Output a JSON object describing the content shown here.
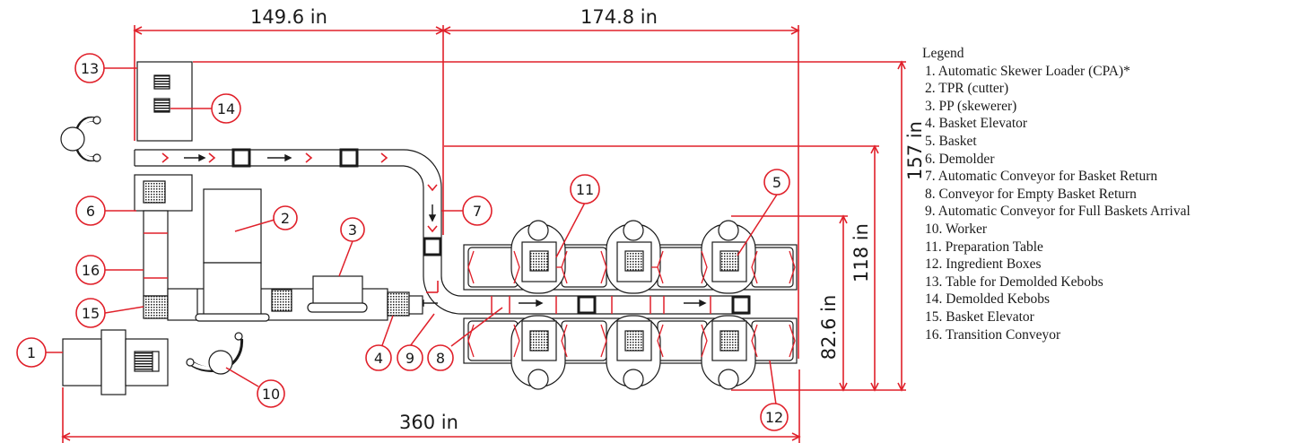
{
  "dimensions": {
    "top_left": "149.6 in",
    "top_right": "174.8 in",
    "bottom": "360 in",
    "right_157": "157 in",
    "right_118": "118 in",
    "right_82": "82.6 in"
  },
  "callouts": [
    "1",
    "2",
    "3",
    "4",
    "5",
    "6",
    "7",
    "8",
    "9",
    "10",
    "11",
    "12",
    "13",
    "14",
    "15",
    "16"
  ],
  "legend": {
    "title": "Legend",
    "items": [
      "1.  Automatic Skewer Loader (CPA)*",
      "2.  TPR (cutter)",
      "3.  PP (skewerer)",
      "4.  Basket Elevator",
      "5.  Basket",
      "6.  Demolder",
      "7.  Automatic Conveyor for Basket Return",
      "8.  Conveyor for Empty Basket Return",
      "9.  Automatic Conveyor for Full Baskets Arrival",
      "10.  Worker",
      "11.  Preparation Table",
      "12.  Ingredient Boxes",
      "13.  Table for Demolded Kebobs",
      "14.  Demolded Kebobs",
      "15.  Basket Elevator",
      "16.  Transition Conveyor"
    ]
  },
  "colors": {
    "dimension": "#e0202a",
    "outline": "#1a1a1a",
    "fill_dark": "#333333"
  }
}
